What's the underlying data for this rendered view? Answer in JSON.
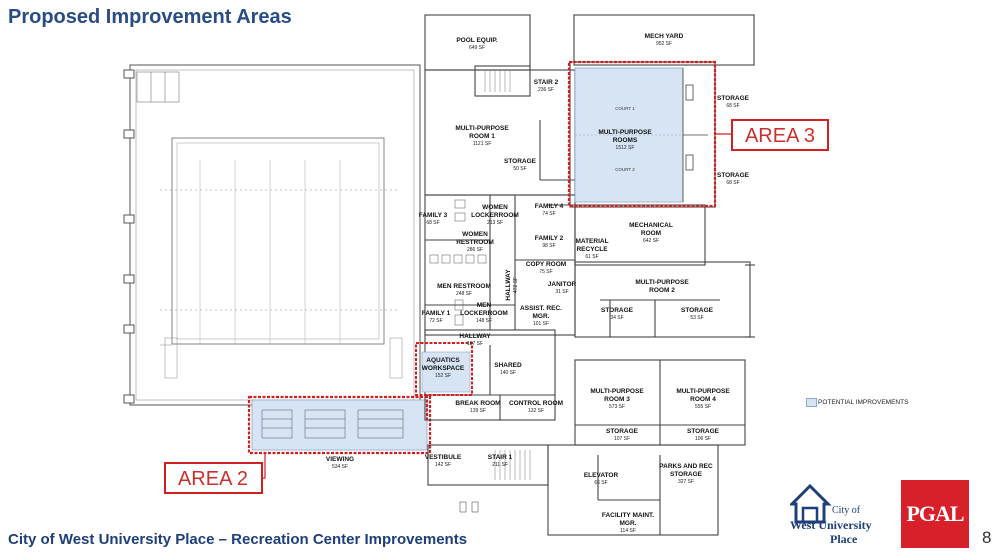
{
  "slide": {
    "title": "Proposed Improvement Areas",
    "footer": "City of West University Place – Recreation Center Improvements",
    "page_number": "8"
  },
  "areas": {
    "area2": "AREA 2",
    "area3": "AREA 3"
  },
  "legend": {
    "label": "POTENTIAL IMPROVEMENTS",
    "color": "#d6e4f4"
  },
  "logos": {
    "city_of": "City of",
    "city_name_line1": "West University",
    "city_name_line2": "Place",
    "firm": "PGAL"
  },
  "rooms": {
    "pool_equip": {
      "label": "POOL EQUIP.",
      "sf": "649 SF"
    },
    "mech_yard": {
      "label": "MECH YARD",
      "sf": "952 SF"
    },
    "stair2": {
      "label": "STAIR 2",
      "sf": "236 SF"
    },
    "storage_a3_top": {
      "label": "STORAGE",
      "sf": "68 SF"
    },
    "court1": {
      "label": "COURT 1"
    },
    "mp_rooms": {
      "label1": "MULTI-PURPOSE",
      "label2": "ROOMS",
      "sf": "1512 SF"
    },
    "court2": {
      "label": "COURT 2"
    },
    "storage_a3_bot": {
      "label": "STORAGE",
      "sf": "68 SF"
    },
    "mp_room1": {
      "label1": "MULTI-PURPOSE",
      "label2": "ROOM 1",
      "sf": "1121 SF"
    },
    "storage_mp1": {
      "label": "STORAGE",
      "sf": "50 SF"
    },
    "family3": {
      "label": "FAMILY 3",
      "sf": "68 SF"
    },
    "women_locker": {
      "label1": "WOMEN",
      "label2": "LOCKERROOM",
      "sf": "213 SF"
    },
    "family4": {
      "label": "FAMILY 4",
      "sf": "74 SF"
    },
    "women_restroom": {
      "label1": "WOMEN",
      "label2": "RESTROOM",
      "sf": "286 SF"
    },
    "family2": {
      "label": "FAMILY 2",
      "sf": "98 SF"
    },
    "material_recycle": {
      "label1": "MATERIAL",
      "label2": "RECYCLE",
      "sf": "61 SF"
    },
    "mechanical_room": {
      "label1": "MECHANICAL",
      "label2": "ROOM",
      "sf": "642 SF"
    },
    "hallway_v": {
      "label": "HALLWAY",
      "sf": "472 SF"
    },
    "copy_room": {
      "label": "COPY ROOM",
      "sf": "75 SF"
    },
    "janitor": {
      "label": "JANITOR",
      "sf": "31 SF"
    },
    "men_restroom": {
      "label": "MEN RESTROOM",
      "sf": "248 SF"
    },
    "men_locker": {
      "label1": "MEN",
      "label2": "LOCKERROOM",
      "sf": "148 SF"
    },
    "family1": {
      "label": "FAMILY 1",
      "sf": "72 SF"
    },
    "assist_rec": {
      "label1": "ASSIST. REC.",
      "label2": "MGR.",
      "sf": "101 SF"
    },
    "mp_room2": {
      "label1": "MULTI-PURPOSE",
      "label2": "ROOM 2"
    },
    "storage_mp2a": {
      "label": "STORAGE",
      "sf": "34 SF"
    },
    "storage_mp2b": {
      "label": "STORAGE",
      "sf": "53 SF"
    },
    "hallway_h": {
      "label": "HALLWAY",
      "sf": "187 SF"
    },
    "aquatics": {
      "label1": "AQUATICS",
      "label2": "WORKSPACE",
      "sf": "152 SF"
    },
    "shared": {
      "label": "SHARED",
      "sf": "140 SF"
    },
    "break_room": {
      "label": "BREAK ROOM",
      "sf": "139 SF"
    },
    "control_room": {
      "label": "CONTROL ROOM",
      "sf": "132 SF"
    },
    "mp_room3": {
      "label1": "MULTI-PURPOSE",
      "label2": "ROOM 3",
      "sf": "573 SF"
    },
    "storage_mp3": {
      "label": "STORAGE",
      "sf": "107 SF"
    },
    "mp_room4": {
      "label1": "MULTI-PURPOSE",
      "label2": "ROOM 4",
      "sf": "555 SF"
    },
    "storage_mp4": {
      "label": "STORAGE",
      "sf": "106 SF"
    },
    "viewing": {
      "label": "VIEWING",
      "sf": "534 SF"
    },
    "vestibule": {
      "label": "VESTIBULE",
      "sf": "142 SF"
    },
    "stair1": {
      "label": "STAIR 1",
      "sf": "211 SF"
    },
    "elevator": {
      "label": "ELEVATOR",
      "sf": "66 SF"
    },
    "parks_storage": {
      "label1": "PARKS AND REC",
      "label2": "STORAGE",
      "sf": "327 SF"
    },
    "facility_maint": {
      "label1": "FACILITY MAINT.",
      "label2": "MGR.",
      "sf": "114 SF"
    }
  }
}
